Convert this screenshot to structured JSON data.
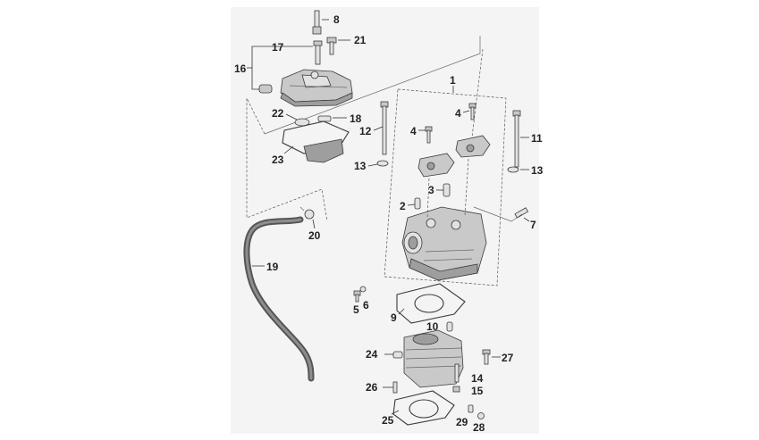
{
  "callouts": {
    "c1": "1",
    "c2": "2",
    "c3": "3",
    "c4a": "4",
    "c4b": "4",
    "c5": "5",
    "c6": "6",
    "c7": "7",
    "c8": "8",
    "c9": "9",
    "c10": "10",
    "c11": "11",
    "c12": "12",
    "c13a": "13",
    "c13b": "13",
    "c14": "14",
    "c15": "15",
    "c16": "16",
    "c17": "17",
    "c18": "18",
    "c19": "19",
    "c20": "20",
    "c21": "21",
    "c22": "22",
    "c23": "23",
    "c24": "24",
    "c25": "25",
    "c26": "26",
    "c27": "27",
    "c28": "28",
    "c29": "29"
  },
  "colors": {
    "sheet_background": "#f4f4f4",
    "part_metal": "#c9c9c9",
    "part_shadow": "#9e9e9e",
    "hose": "#555555",
    "line": "#333333"
  }
}
